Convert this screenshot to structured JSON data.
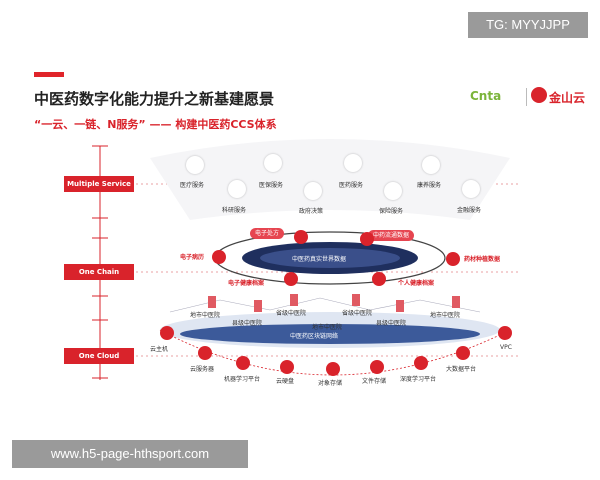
{
  "watermark": {
    "tag": "TG: MYYJJPP",
    "url": "www.h5-page-hthsport.com"
  },
  "header": {
    "title": "中医药数字化能力提升之新基建愿景",
    "subtitle": "“一云、一链、N服务” —— 构建中医药CCS体系"
  },
  "logos": {
    "left": "Cnta",
    "right": "金山云"
  },
  "layers": {
    "service": "Multiple Service",
    "chain": "One Chain",
    "cloud": "One Cloud"
  },
  "services_top": [
    "医疗服务",
    "医保服务",
    "医药服务",
    "康养服务"
  ],
  "services_bottom": [
    "科研服务",
    "政府决策",
    "保险服务",
    "金融服务"
  ],
  "chain": {
    "center": "中医药真实世界数据",
    "top_left": "电子处方",
    "top_right": "中药流通数据",
    "left": "电子病历",
    "right": "药材种植数据",
    "bottom_left": "电子健康档案",
    "bottom_right": "个人健康档案"
  },
  "hospitals": {
    "a": "地市中医院",
    "b": "县级中医院",
    "c": "省级中医院",
    "d": "省级中医院",
    "e": "县级中医院",
    "f": "地市中医院",
    "g": "地市中医院"
  },
  "blockchain_network": "中医药区块链网络",
  "cloud_items": [
    "云主机",
    "云服务器",
    "机器学习平台",
    "云硬盘",
    "对象存储",
    "文件存储",
    "深度学习平台",
    "大数据平台",
    "VPC"
  ],
  "colors": {
    "accent": "#d9232b",
    "band": "#f3f3f5"
  }
}
